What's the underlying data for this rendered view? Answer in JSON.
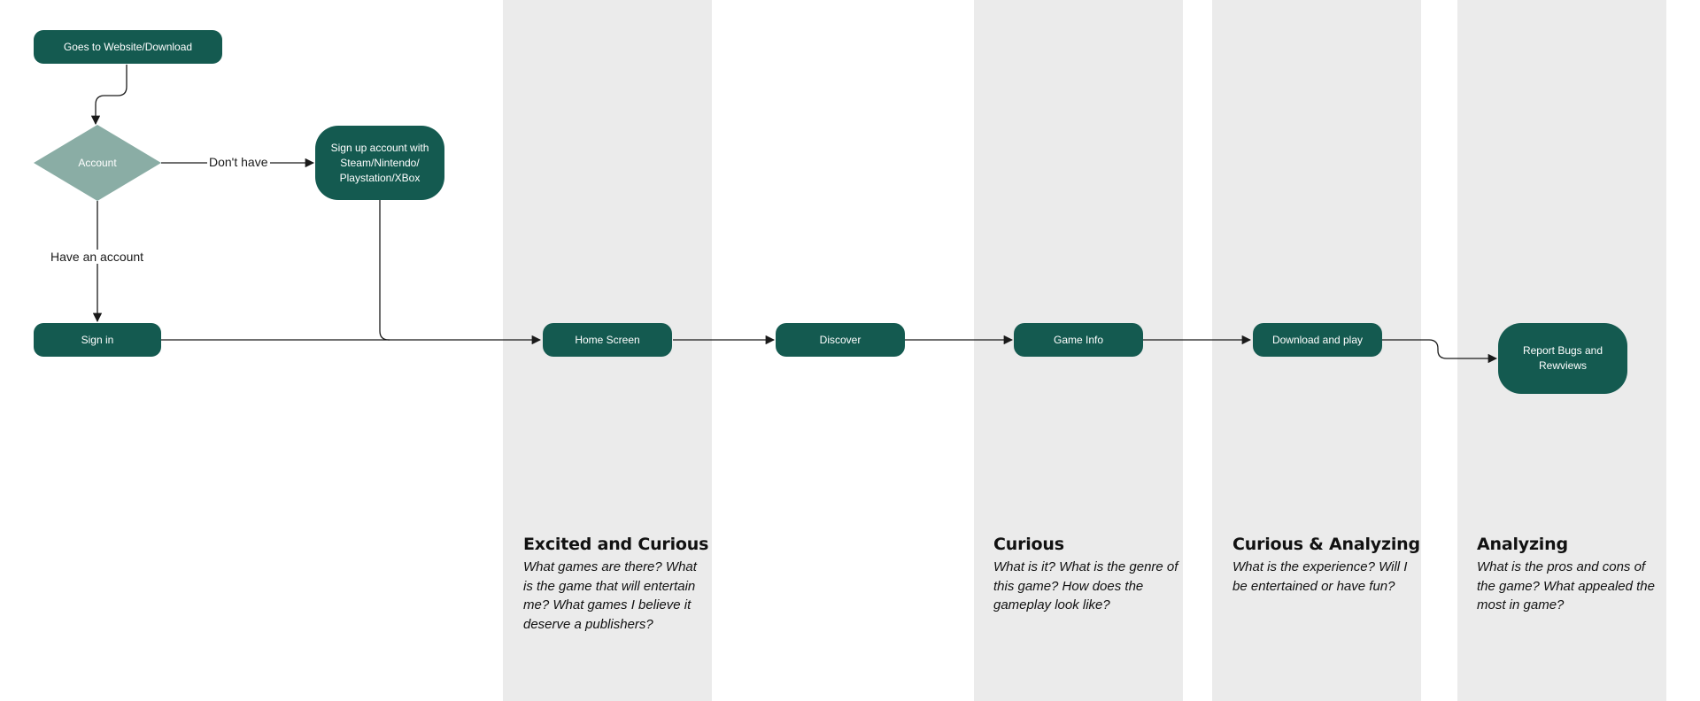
{
  "colors": {
    "node_fill": "#145a50",
    "decision_fill": "#8aada5",
    "lane_fill": "#ebebeb",
    "connector": "#1a1a1a"
  },
  "nodes": {
    "start": "Goes to Website/Download",
    "account_decision": "Account",
    "signup": "Sign up account with Steam/Nintendo/ Playstation/XBox",
    "signin": "Sign in",
    "home": "Home Screen",
    "discover": "Discover",
    "game_info": "Game Info",
    "download_play": "Download and play",
    "report": "Report Bugs and Rewviews"
  },
  "edge_labels": {
    "no_account": "Don't have",
    "has_account": "Have an account"
  },
  "emotions": [
    {
      "title": "Excited and Curious",
      "text": "What games are there? What is the game that will entertain me? What games I believe it deserve a publishers?"
    },
    {
      "title": "Curious",
      "text": "What is it? What is the genre of this game? How does the gameplay look like?"
    },
    {
      "title": "Curious & Analyzing",
      "text": "What is the experience? Will I be entertained or have fun?"
    },
    {
      "title": "Analyzing",
      "text": "What is the pros and cons of the game? What appealed the most in game?"
    }
  ]
}
